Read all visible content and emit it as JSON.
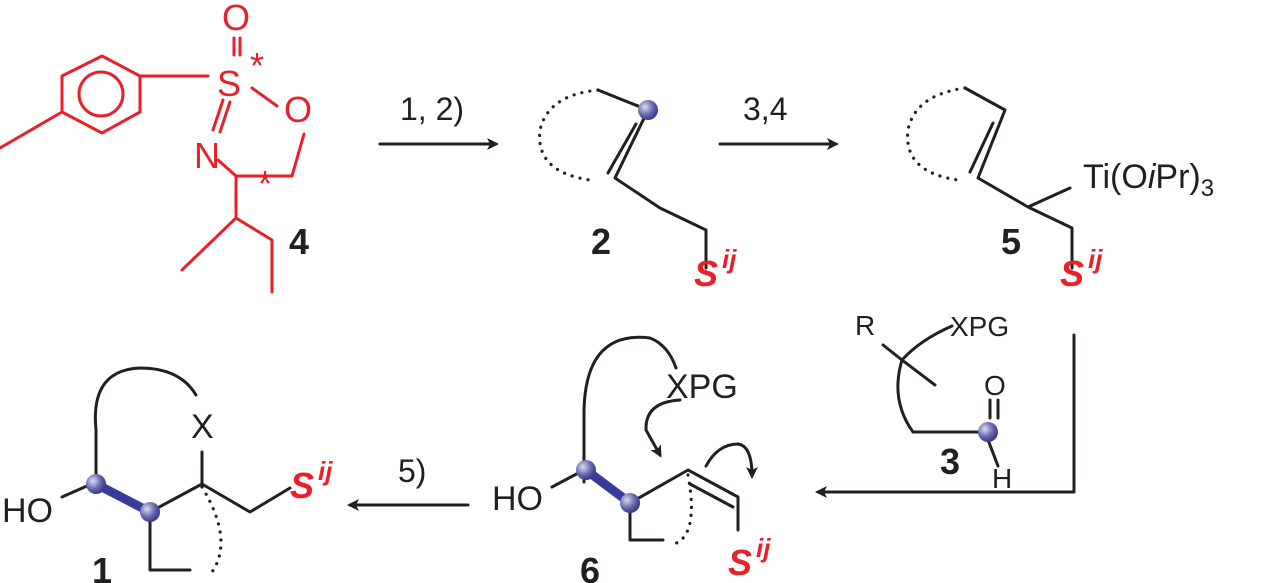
{
  "compounds": {
    "c4": "4",
    "c2": "2",
    "c5": "5",
    "c3": "3",
    "c6": "6",
    "c1": "1"
  },
  "steps": {
    "s1": "1, 2)",
    "s2": "3,4",
    "s3": "5)"
  },
  "atoms": {
    "S": "S",
    "O": "O",
    "N": "N",
    "star": "*",
    "ti": "Ti(O",
    "ti_ipr": "i",
    "ti_pr": "Pr)",
    "ti_sub": "3",
    "R": "R",
    "XPG": "XPG",
    "H": "H",
    "HO": "HO",
    "X": "X",
    "si_S": "S",
    "si_sup": "ij"
  },
  "colors": {
    "red": "#e8202a",
    "black": "#231f20",
    "ball": "#5c5ca8"
  }
}
